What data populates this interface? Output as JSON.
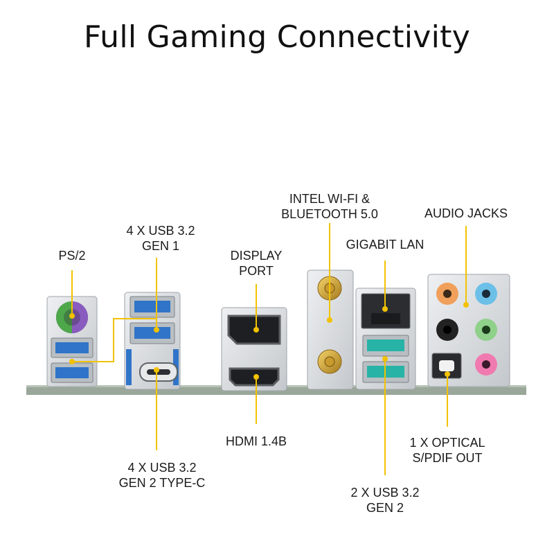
{
  "title": "Full Gaming Connectivity",
  "labels": {
    "ps2": [
      "PS/2"
    ],
    "usb_gen1": [
      "4 X USB 3.2",
      "GEN 1"
    ],
    "usb_typec": [
      "4 X USB 3.2",
      "GEN 2 TYPE-C"
    ],
    "displayport": [
      "DISPLAY",
      "PORT"
    ],
    "hdmi": [
      "HDMI 1.4B"
    ],
    "wifi": [
      "INTEL WI-FI &",
      "BLUETOOTH 5.0"
    ],
    "lan": [
      "GIGABIT LAN"
    ],
    "usb_gen2": [
      "2 X USB 3.2",
      "GEN 2"
    ],
    "audio": [
      "AUDIO JACKS"
    ],
    "optical": [
      "1 X OPTICAL",
      "S/PDIF OUT"
    ]
  },
  "colors": {
    "callout": "#f2c200",
    "pcb": "#9aa79a",
    "metal": "#d9dcdf",
    "usb_gen1_blue": "#2f74c8",
    "usb_gen2_teal": "#27b3a6",
    "ps2_purple": "#8a5bbf",
    "ps2_green": "#4ea84a",
    "antenna_gold": "#d4a436",
    "audio_orange": "#f0a05a",
    "audio_blue": "#6cc0e8",
    "audio_black": "#222222",
    "audio_green": "#8fd08a",
    "audio_pink": "#f07ab0"
  }
}
